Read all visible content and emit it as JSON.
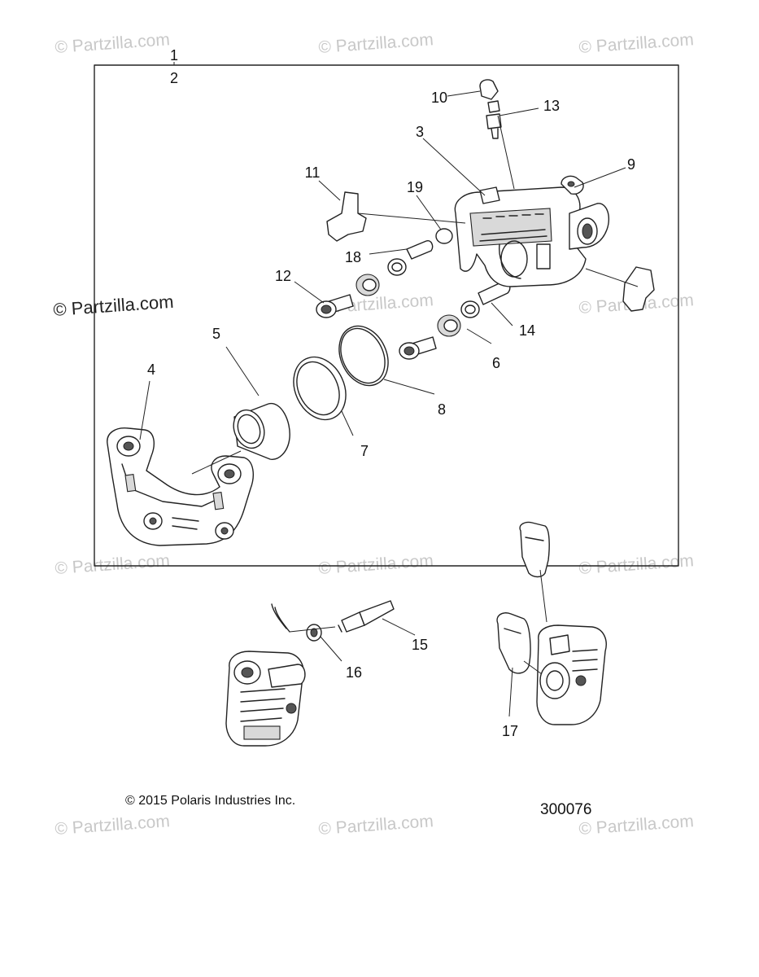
{
  "watermarks": [
    "© Partzilla.com",
    "© Partzilla.com",
    "© Partzilla.com",
    "© Partzilla.com",
    "© Partzilla.com",
    "© Partzilla.com",
    "© Partzilla.com",
    "© Partzilla.com",
    "© Partzilla.com",
    "© Partzilla.com",
    "© Partzilla.com",
    "© Partzilla.com"
  ],
  "labels": {
    "p1": "1",
    "p2": "2",
    "p3": "3",
    "p4": "4",
    "p5": "5",
    "p6": "6",
    "p7": "7",
    "p8": "8",
    "p9": "9",
    "p10": "10",
    "p11": "11",
    "p12": "12",
    "p13": "13",
    "p14": "14",
    "p15": "15",
    "p16": "16",
    "p17": "17",
    "p18": "18",
    "p19": "19"
  },
  "footer": {
    "copyright": "© 2015 Polaris Industries Inc.",
    "diagram_number": "300076"
  }
}
